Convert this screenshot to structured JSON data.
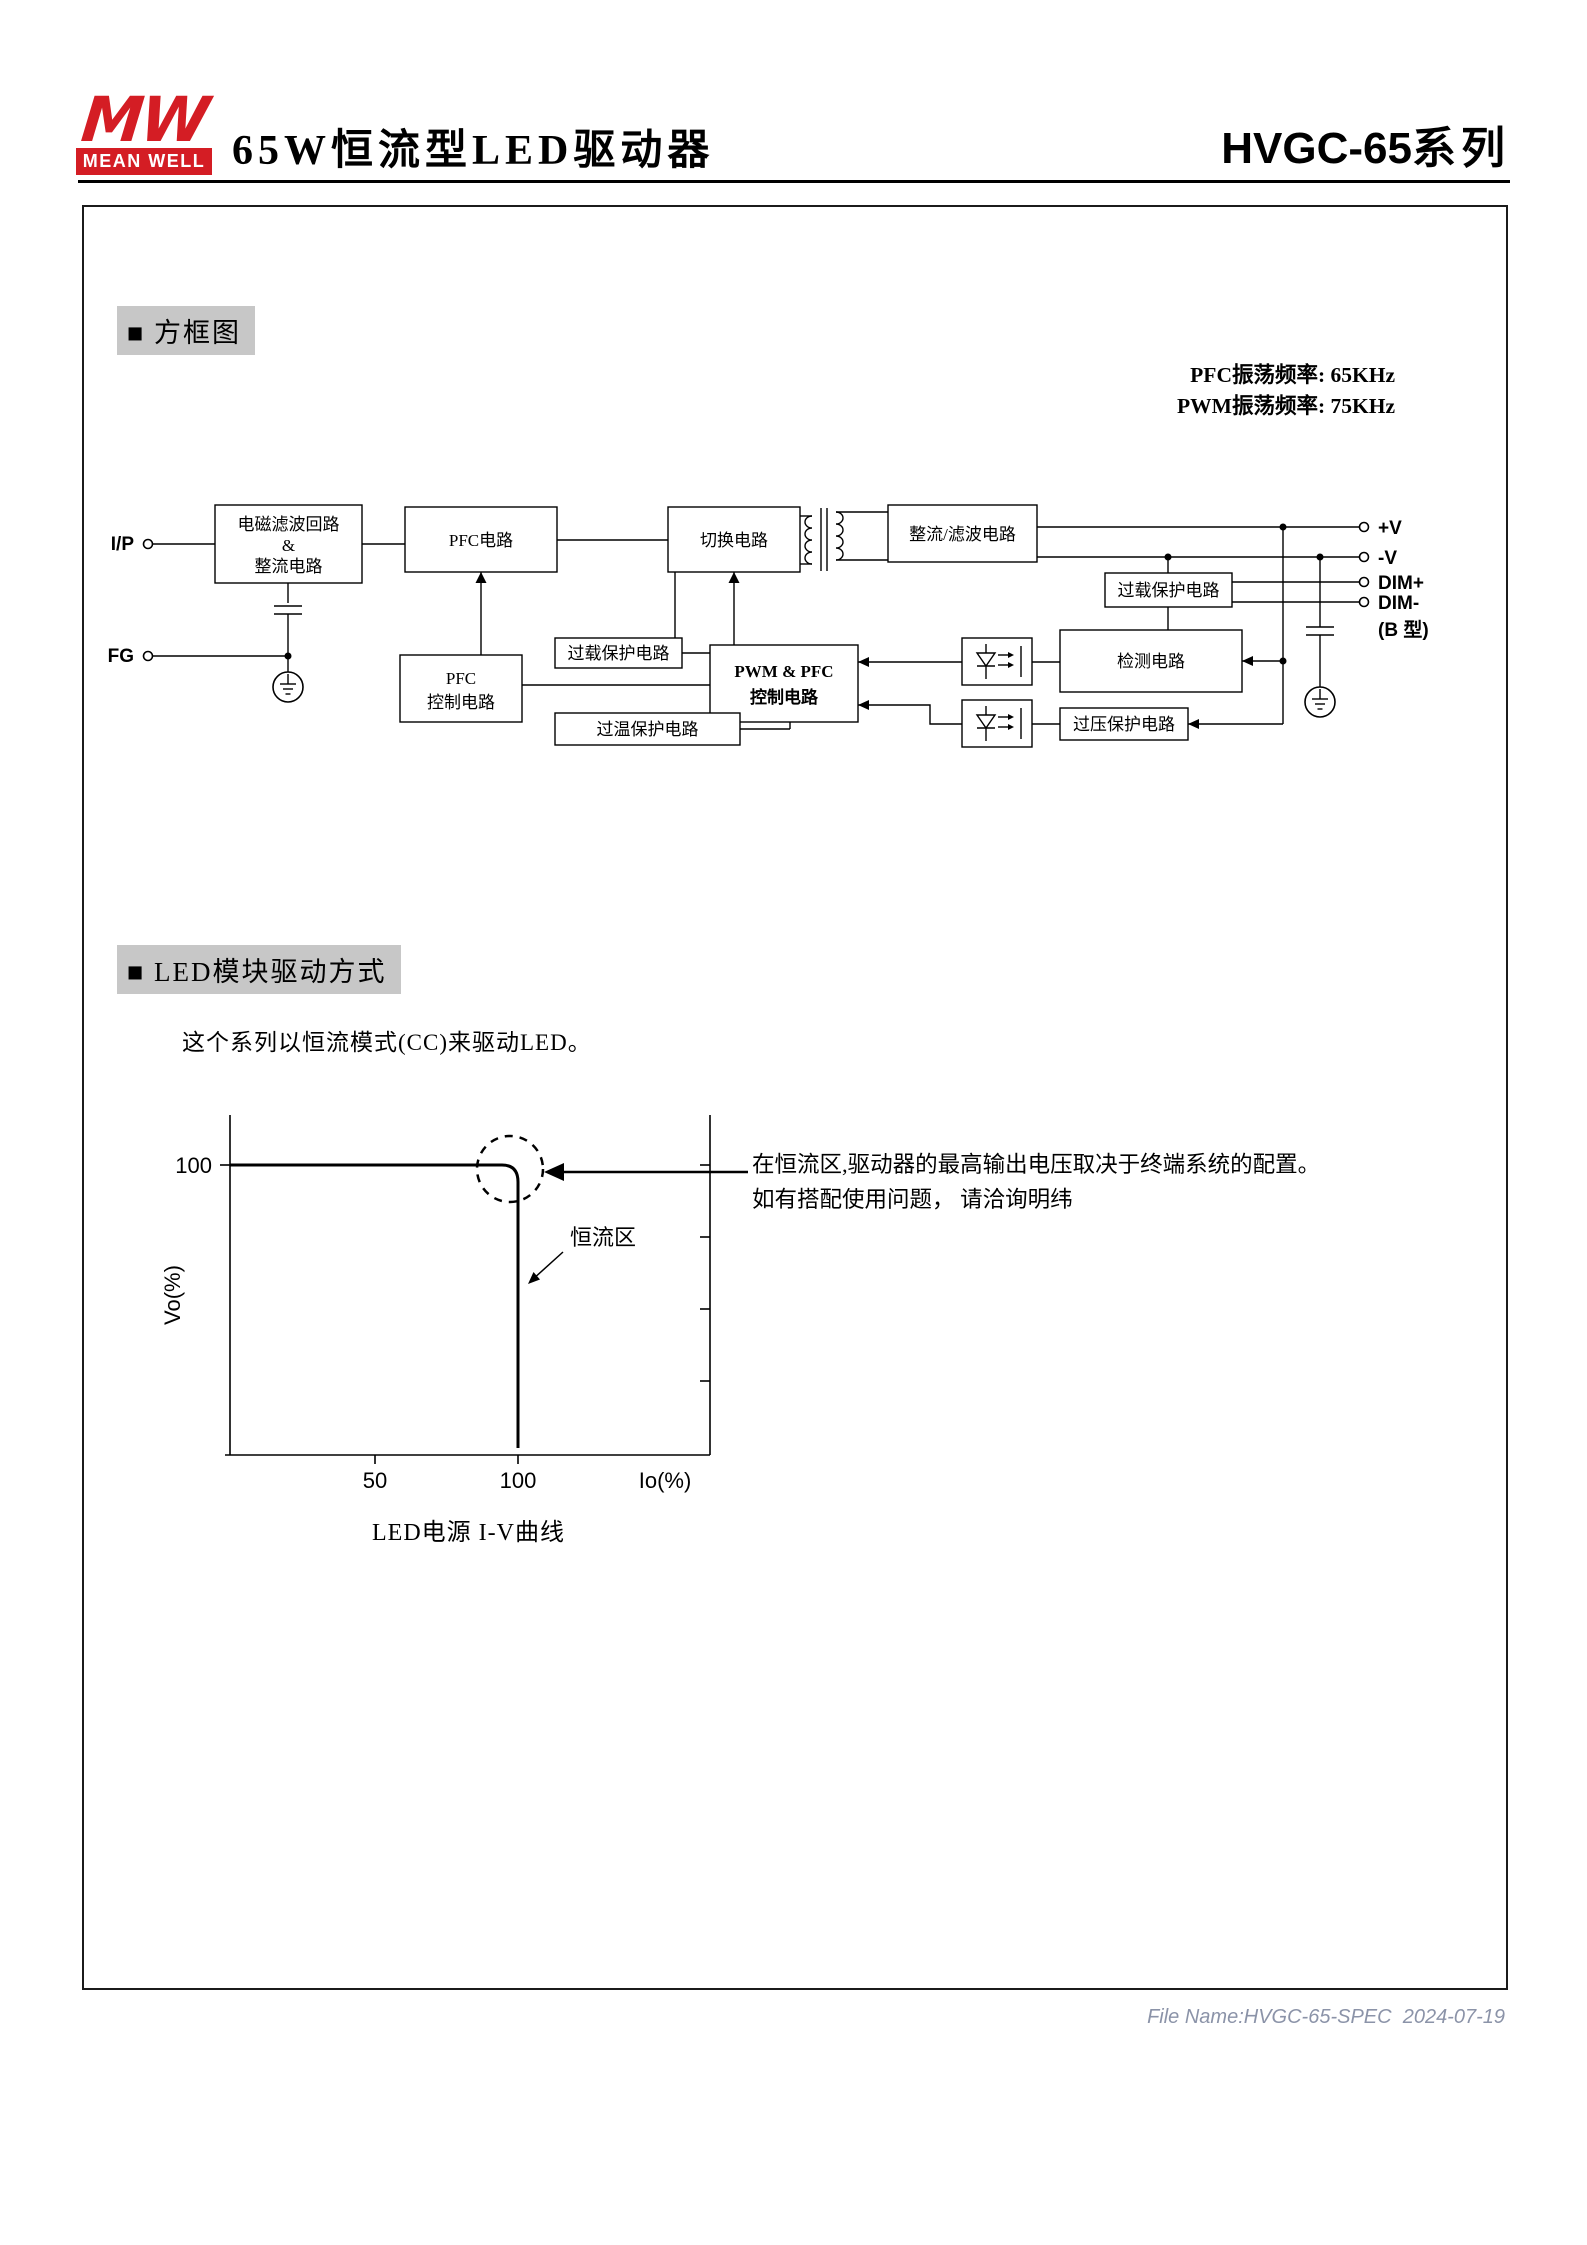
{
  "header": {
    "logo_mw": "MW",
    "logo_sub": "MEAN WELL",
    "title": "65W恒流型LED驱动器",
    "series_name": "HVGC-65",
    "series_suffix": "系列"
  },
  "sections": {
    "block_diagram": "■ 方框图",
    "led_drive": "■ LED模块驱动方式"
  },
  "block_diagram": {
    "pfc_freq": "PFC振荡频率: 65KHz",
    "pwm_freq": "PWM振荡频率: 75KHz",
    "terminals": {
      "input": "I/P",
      "fg": "FG",
      "v_plus": "+V",
      "v_minus": "-V",
      "dim_plus": "DIM+",
      "dim_minus": "DIM-",
      "b_type": "(B 型)"
    },
    "blocks": {
      "emi_line1": "电磁滤波回路",
      "emi_line2": "&",
      "emi_line3": "整流电路",
      "pfc": "PFC电路",
      "switching": "切换电路",
      "rectifier_filter": "整流/滤波电路",
      "overload_protect_out": "过载保护电路",
      "pfc_ctrl_line1": "PFC",
      "pfc_ctrl_line2": "控制电路",
      "overload_protect_mid": "过载保护电路",
      "pwm_pfc_line1": "PWM & PFC",
      "pwm_pfc_line2": "控制电路",
      "detection": "检测电路",
      "over_temp_protect": "过温保护电路",
      "over_volt_protect": "过压保护电路"
    }
  },
  "led_drive": {
    "intro": "这个系列以恒流模式(CC)来驱动LED。",
    "note_line1": "在恒流区,驱动器的最高输出电压取决于终端系统的配置。",
    "note_line2": "如有搭配使用问题， 请洽询明纬",
    "cc_region_label": "恒流区",
    "caption": "LED电源 I-V曲线",
    "y_max_label": "100",
    "x_tick_50": "50",
    "x_tick_100": "100",
    "x_axis_label": "Io(%)",
    "y_axis_label": "Vo(%)"
  },
  "chart_data": {
    "type": "line",
    "title": "LED电源 I-V曲线",
    "xlabel": "Io(%)",
    "ylabel": "Vo(%)",
    "series": [
      {
        "name": "constant-current I-V curve",
        "x": [
          0,
          100,
          100
        ],
        "y": [
          100,
          100,
          0
        ]
      }
    ],
    "x_ticks": [
      50,
      100
    ],
    "y_ticks": [
      100
    ],
    "xlim": [
      0,
      165
    ],
    "ylim": [
      0,
      118
    ],
    "grid": false,
    "legend": false,
    "annotations": [
      "恒流区"
    ]
  },
  "footer": {
    "file_name": "File Name:HVGC-65-SPEC  2024-07-19"
  }
}
